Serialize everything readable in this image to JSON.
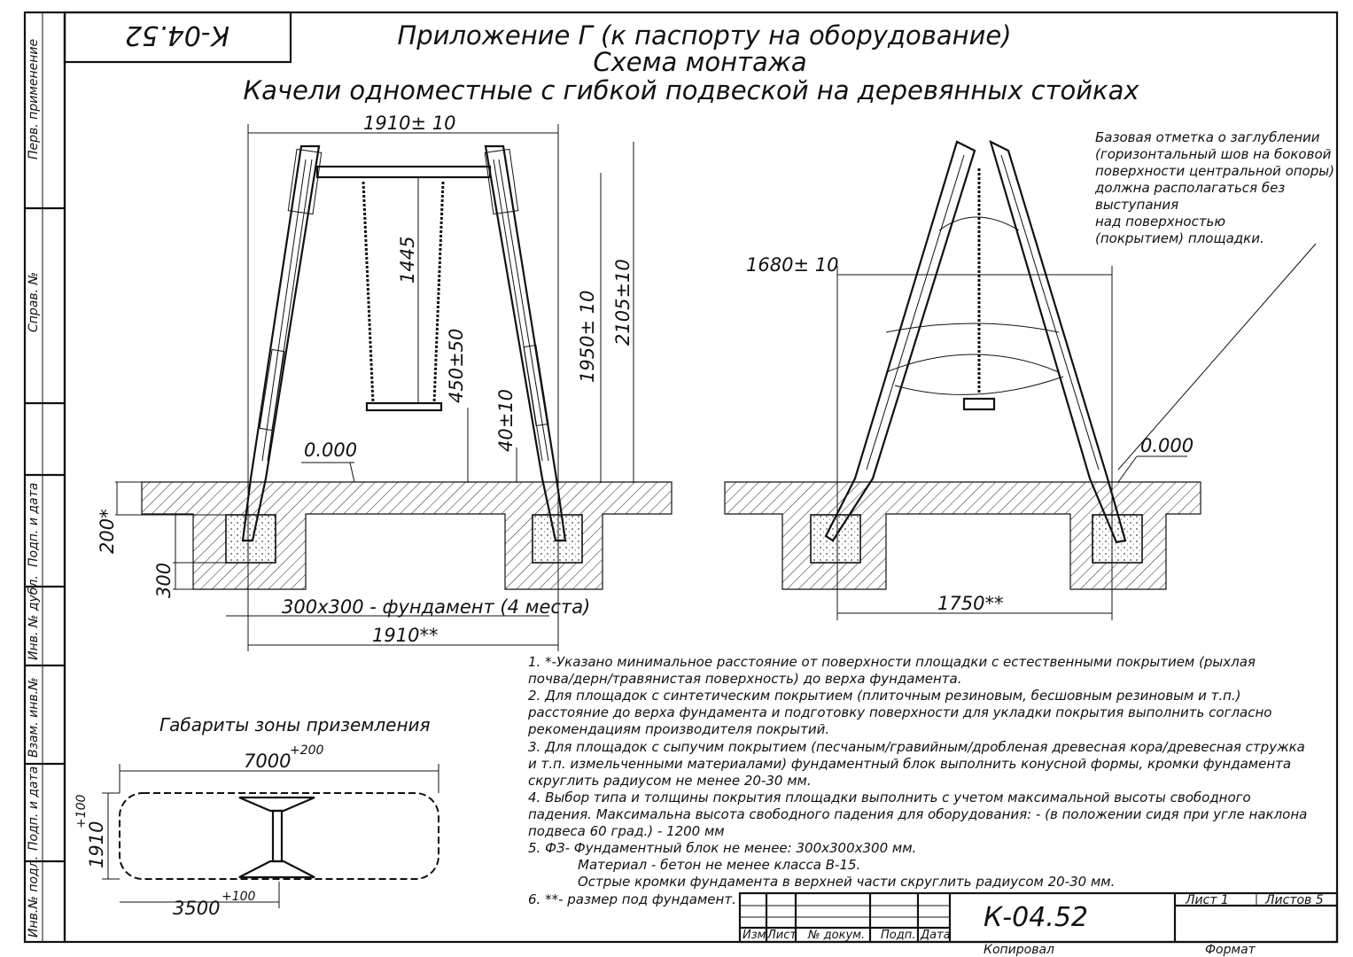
{
  "stamp_top": "К-04.52",
  "title": {
    "line1": "Приложение Г (к паспорту на оборудование)",
    "line2": "Схема монтажа",
    "line3": "Качели одноместные с гибкой подвеской на деревянных стойках"
  },
  "side_labels": {
    "perv_primenenie": "Перв. применение",
    "sprav": "Справ. №",
    "podp_data_1": "Подп. и дата",
    "inv_dubl": "Инв. № дубл.",
    "vzam_inv": "Взам. инв.№",
    "podp_data_2": "Подп. и дата",
    "inv_podl": "Инв.№ подл."
  },
  "front_view": {
    "width_top": "1910± 10",
    "height_chain": "1445",
    "seat_height": "450±50",
    "ground_gap": "40±10",
    "height_beam": "1950± 10",
    "height_total": "2105±10",
    "zero_mark": "0.000",
    "depth_200": "200*",
    "depth_300": "300",
    "foundation_label": "300x300 - фундамент (4 места)",
    "width_bottom": "1910**"
  },
  "side_view": {
    "width_top": "1680± 10",
    "zero_mark": "0.000",
    "width_bottom": "1750**",
    "note": [
      "Базовая отметка о заглублении",
      "(горизонтальный шов на боковой",
      "поверхности центральной опоры)",
      "должна располагаться без",
      "выступания",
      "над поверхностью",
      "(покрытием) площадки."
    ]
  },
  "zone": {
    "title": "Габариты зоны приземления",
    "length": "7000",
    "length_tol": "+200",
    "width": "1910",
    "width_tol": "+100",
    "half": "3500",
    "half_tol": "+100"
  },
  "notes": [
    "1. *-Указано минимальное расстояние от поверхности площадки с естественными покрытием (рыхлая",
    "почва/дерн/травянистая поверхность) до верха фундамента.",
    "2. Для площадок с синтетическим покрытием (плиточным резиновым, бесшовным резиновым и т.п.)",
    "расстояние до верха фундамента и подготовку поверхности для укладки покрытия выполнить согласно",
    "рекомендациям производителя покрытий.",
    "3. Для площадок с сыпучим покрытием (песчаным/гравийным/дробленая древесная кора/древесная стружка",
    "и т.п. измельченными материалами) фундаментный блок выполнить конусной формы, кромки фундамента",
    "скруглить радиусом не менее 20-30 мм.",
    "4. Выбор типа и толщины покрытия площадки выполнить с учетом максимальной высоты свободного",
    "падения. Максимальна высота свободного падения для оборудования: - (в положении сидя при угле наклона",
    "подвеса 60 град.) - 1200 мм",
    "5. ФЗ- Фундаментный блок не менее: 300х300х300 мм.",
    "Материал - бетон не менее класса В-15.",
    "Острые кромки фундамента в верхней части скруглить радиусом 20-30 мм.",
    "6. **- размер под фундамент."
  ],
  "title_block": {
    "code": "К-04.52",
    "list": "Лист 1",
    "listov": "Листов 5",
    "izm": "Изм",
    "list_col": "Лист",
    "doc": "№ докум.",
    "podp": "Подп.",
    "data": "Дата",
    "kopiroval": "Копировал",
    "format": "Формат"
  }
}
